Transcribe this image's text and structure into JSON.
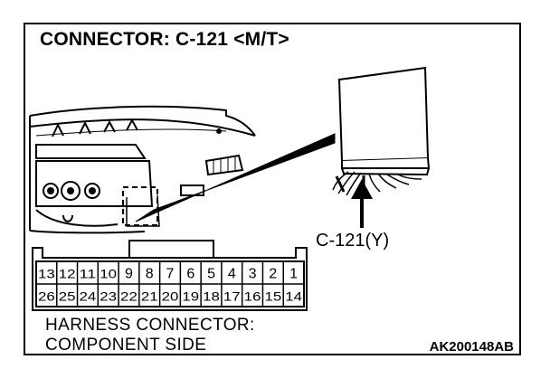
{
  "title": "CONNECTOR: C-121 <M/T>",
  "callout_label": "C-121(Y)",
  "caption": {
    "line1": "HARNESS CONNECTOR:",
    "line2": "COMPONENT SIDE"
  },
  "figure_code": "AK200148AB",
  "connector": {
    "top_row": [
      "13",
      "12",
      "11",
      "10",
      "9",
      "8",
      "7",
      "6",
      "5",
      "4",
      "3",
      "2",
      "1"
    ],
    "bottom_row": [
      "26",
      "25",
      "24",
      "23",
      "22",
      "21",
      "20",
      "19",
      "18",
      "17",
      "16",
      "15",
      "14"
    ]
  }
}
